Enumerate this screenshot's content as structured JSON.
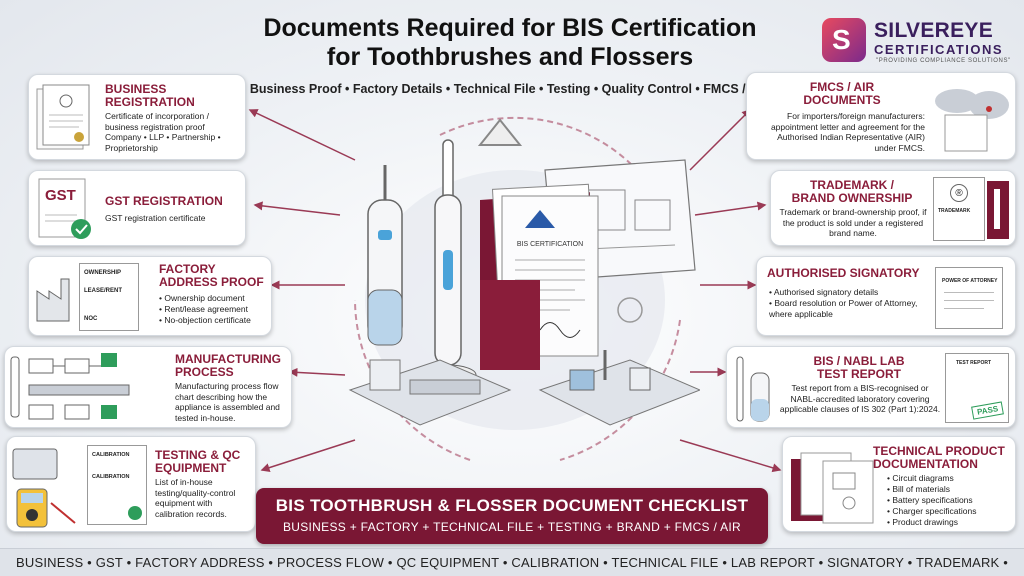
{
  "header": {
    "title_line1": "Documents Required for BIS Certification",
    "title_line2": "for Toothbrushes and Flossers",
    "subtitle": "Business Proof • Factory Details • Technical File • Testing • Quality Control • FMCS / AIR"
  },
  "logo": {
    "mark": "S",
    "name": "SILVEREYE",
    "sub": "CERTIFICATIONS",
    "tagline": "\"PROVIDING COMPLIANCE SOLUTIONS\""
  },
  "left_cards": [
    {
      "title_l1": "BUSINESS",
      "title_l2": "REGISTRATION",
      "text": "Certificate of incorporation / business registration proof Company • LLP • Partnership • Proprietorship"
    },
    {
      "title_l1": "GST REGISTRATION",
      "text": "GST registration certificate",
      "thumb_label": "GST"
    },
    {
      "title_l1": "FACTORY",
      "title_l2": "ADDRESS PROOF",
      "items": [
        "Ownership document",
        "Rent/lease agreement",
        "No-objection certificate"
      ],
      "thumb_labels": [
        "OWNERSHIP",
        "LEASE/RENT",
        "NOC"
      ]
    },
    {
      "title_l1": "MANUFACTURING",
      "title_l2": "PROCESS",
      "text": "Manufacturing process flow chart describing how the appliance is assembled and tested in-house."
    },
    {
      "title_l1": "TESTING & QC",
      "title_l2": "EQUIPMENT",
      "text": "List of in-house testing/quality-control equipment with calibration records.",
      "thumb_labels": [
        "CALIBRATION",
        "CALIBRATION"
      ]
    }
  ],
  "right_cards": [
    {
      "title_l1": "FMCS / AIR",
      "title_l2": "DOCUMENTS",
      "text": "For importers/foreign manufacturers: appointment letter and agreement for the Authorised Indian Representative (AIR) under FMCS."
    },
    {
      "title_l1": "TRADEMARK /",
      "title_l2": "BRAND OWNERSHIP",
      "text": "Trademark or brand-ownership proof, if the product is sold under a registered brand name.",
      "thumb_label": "TRADEMARK"
    },
    {
      "title_l1": "AUTHORISED SIGNATORY",
      "items": [
        "Authorised signatory details",
        "Board resolution or Power of Attorney, where applicable"
      ],
      "thumb_label": "POWER OF ATTORNEY"
    },
    {
      "title_l1": "BIS / NABL LAB",
      "title_l2": "TEST REPORT",
      "text": "Test report from a BIS-recognised or NABL-accredited laboratory covering applicable clauses of IS 302 (Part 1):2024.",
      "thumb_labels": [
        "TEST REPORT",
        "PASS"
      ]
    },
    {
      "title_l1": "TECHNICAL PRODUCT",
      "title_l2": "DOCUMENTATION",
      "items": [
        "Circuit diagrams",
        "Bill of materials",
        "Battery specifications",
        "Charger specifications",
        "Product drawings"
      ]
    }
  ],
  "center": {
    "folder_label": "BIS CERTIFICATION"
  },
  "banner": {
    "line1": "BIS TOOTHBRUSH & FLOSSER DOCUMENT CHECKLIST",
    "line2": "BUSINESS + FACTORY + TECHNICAL FILE + TESTING + BRAND + FMCS / AIR"
  },
  "footer": "BUSINESS • GST • FACTORY ADDRESS • PROCESS FLOW • QC EQUIPMENT • CALIBRATION • TECHNICAL FILE • LAB REPORT • SIGNATORY • TRADEMARK • FMCS / AIR",
  "colors": {
    "accent": "#8a1d3a",
    "banner": "#7a1734",
    "brand": "#3a1f5d"
  }
}
